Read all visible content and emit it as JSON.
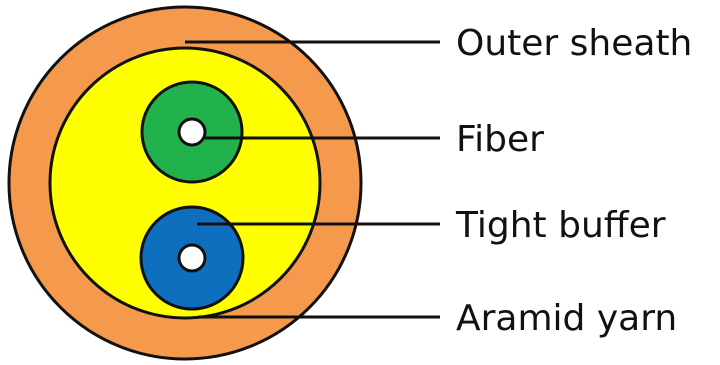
{
  "diagram": {
    "labels": {
      "outer_sheath": "Outer sheath",
      "fiber": "Fiber",
      "tight_buffer": "Tight buffer",
      "aramid_yarn": "Aramid yarn"
    },
    "colors": {
      "outer_sheath": "#F59A4C",
      "aramid_yarn": "#FFFF00",
      "tight_buffer_top": "#22B24C",
      "tight_buffer_bottom": "#0E6FBF",
      "fiber": "#FFFFFF",
      "outline": "#111111"
    }
  }
}
